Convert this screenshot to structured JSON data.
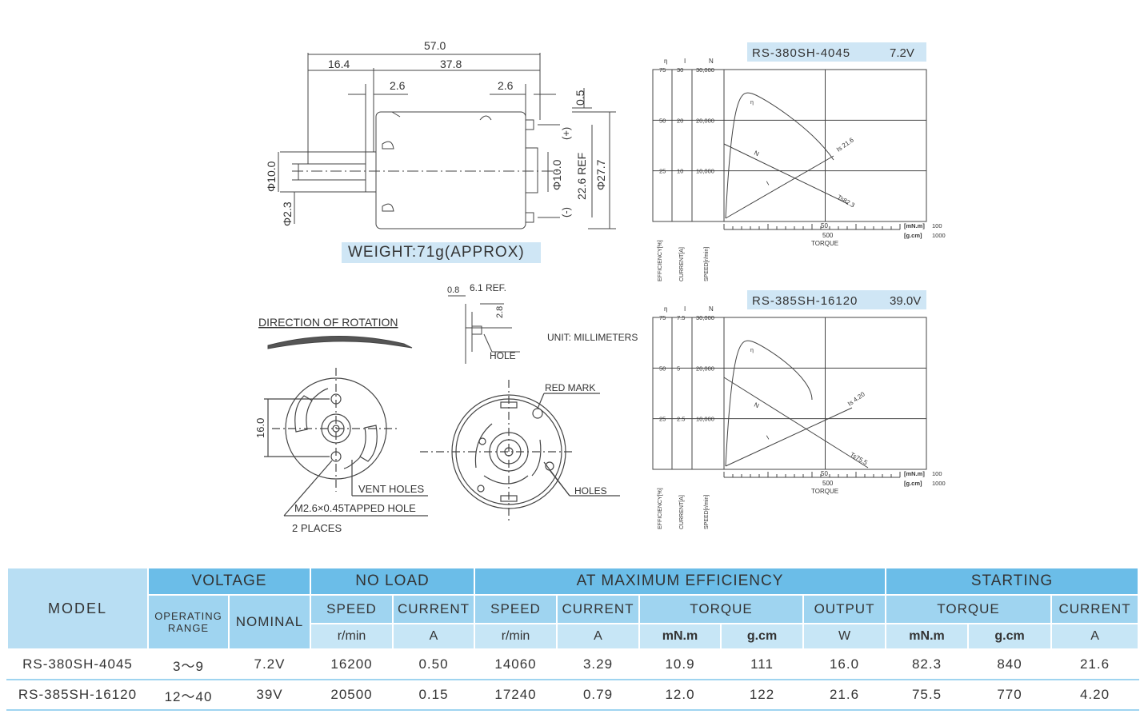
{
  "drawing": {
    "dims": {
      "total_len": "57.0",
      "shaft_len": "16.4",
      "body_len": "37.8",
      "gap_left": "2.6",
      "gap_right": "2.6",
      "boss_dia": "Φ10.0",
      "shaft_dia": "Φ2.3",
      "top_step": "0.5",
      "rear_boss": "Φ10.0",
      "terminal": "22.6 REF",
      "body_dia": "Φ27.7",
      "plus": "(+)",
      "minus": "(-)",
      "hole_spacing": "16.0"
    },
    "weight": "WEIGHT:71g(APPROX)",
    "rotation": "DIRECTION OF ROTATION",
    "unit": "UNIT: MILLIMETERS",
    "detail": {
      "d1": "0.8",
      "d2": "6.1 REF.",
      "d3": "2.8",
      "hole": "HOLE"
    },
    "callouts": {
      "red_mark": "RED MARK",
      "vent": "VENT HOLES",
      "tapped": "M2.6×0.45TAPPED HOLE",
      "places": "2 PLACES",
      "holes": "HOLES"
    }
  },
  "charts": [
    {
      "title": "RS-380SH-4045",
      "voltage": "7.2V",
      "scales": {
        "eff": [
          "75",
          "50",
          "25"
        ],
        "cur": [
          "30",
          "20",
          "10"
        ],
        "spd": [
          "30,000",
          "20,000",
          "10,000"
        ]
      },
      "axis_heads": [
        "η",
        "I",
        "N"
      ],
      "axis_titles": [
        "EFFICIENCY[%]",
        "CURRENT[A]",
        "SPEED[r/min]"
      ],
      "torque_label": "TORQUE",
      "torque_ticks": {
        "mnm": "50",
        "gcm": "500"
      },
      "torque_units": {
        "mnm_unit": "[mN.m]",
        "mnm_max": "100",
        "gcm_unit": "[g.cm]",
        "gcm_max": "1000"
      },
      "curve_labels": {
        "eta": "η",
        "n": "N",
        "i": "I",
        "is": "Is 21.6",
        "ts": "Ts82.3"
      }
    },
    {
      "title": "RS-385SH-16120",
      "voltage": "39.0V",
      "scales": {
        "eff": [
          "75",
          "50",
          "25"
        ],
        "cur": [
          "7.5",
          "5",
          "2.5"
        ],
        "spd": [
          "30,000",
          "20,000",
          "10,000"
        ]
      },
      "axis_heads": [
        "η",
        "I",
        "N"
      ],
      "axis_titles": [
        "EFFICIENCY[%]",
        "CURRENT[A]",
        "SPEED[r/min]"
      ],
      "torque_label": "TORQUE",
      "torque_ticks": {
        "mnm": "50",
        "gcm": "500"
      },
      "torque_units": {
        "mnm_unit": "[mN.m]",
        "mnm_max": "100",
        "gcm_unit": "[g.cm]",
        "gcm_max": "1000"
      },
      "curve_labels": {
        "eta": "η",
        "n": "N",
        "i": "I",
        "is": "Is 4.20",
        "ts": "Ts75.5"
      }
    }
  ],
  "table": {
    "groups": {
      "model": "MODEL",
      "voltage": "VOLTAGE",
      "no_load": "NO LOAD",
      "max_eff": "AT MAXIMUM EFFICIENCY",
      "starting": "STARTING"
    },
    "sub": {
      "operating": "OPERATING RANGE",
      "nominal": "NOMINAL",
      "speed": "SPEED",
      "current": "CURRENT",
      "torque": "TORQUE",
      "output": "OUTPUT"
    },
    "units": {
      "rmin": "r/min",
      "a": "A",
      "mnm": "mN.m",
      "gcm": "g.cm",
      "w": "W"
    },
    "rows": [
      [
        "RS-380SH-4045",
        "3～9",
        "7.2V",
        "16200",
        "0.50",
        "14060",
        "3.29",
        "10.9",
        "111",
        "16.0",
        "82.3",
        "840",
        "21.6"
      ],
      [
        "RS-385SH-16120",
        "12～40",
        "39V",
        "20500",
        "0.15",
        "17240",
        "0.79",
        "12.0",
        "122",
        "21.6",
        "75.5",
        "770",
        "4.20"
      ]
    ]
  }
}
